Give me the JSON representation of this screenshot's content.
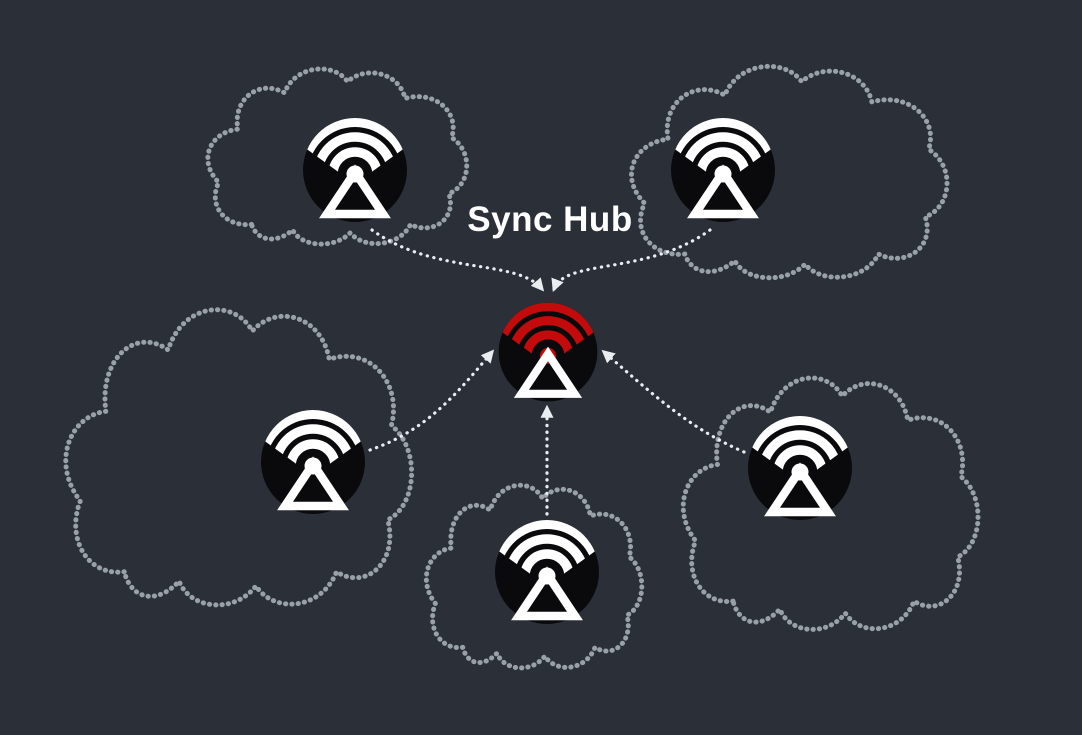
{
  "diagram": {
    "title": "Sync Hub",
    "hub": {
      "icon": "sync-hub-wifi-icon",
      "accent_part": "wifi-arcs"
    },
    "peers": [
      {
        "id": "top-left",
        "icon": "wifi-device-icon"
      },
      {
        "id": "top-right",
        "icon": "wifi-device-icon"
      },
      {
        "id": "mid-left",
        "icon": "wifi-device-icon"
      },
      {
        "id": "bottom-center",
        "icon": "wifi-device-icon"
      },
      {
        "id": "mid-right",
        "icon": "wifi-device-icon"
      }
    ],
    "colors": {
      "background": "#2a2f38",
      "cloud": "#98a0a8",
      "arrow": "#e9edf0",
      "node": "#0a0a0c",
      "icon": "#ffffff",
      "hub_accent": "#c40b0b"
    }
  }
}
